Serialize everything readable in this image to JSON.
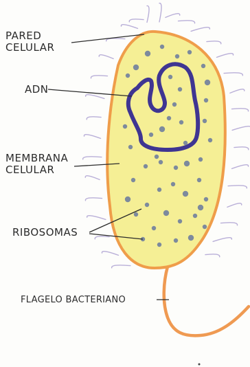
{
  "labels": {
    "pared_celular": [
      "PARED",
      "CELULAR"
    ],
    "adn": "ADN",
    "membrana_celular": [
      "MEMBRANA",
      "CELULAR"
    ],
    "ribosomas": "RIBOSOMAS",
    "flagelo": "FLAGELO BACTERIANO"
  },
  "colors": {
    "cell_wall": "#ef9d4a",
    "cytoplasm": "#f5ef95",
    "dna": "#3f3592",
    "ribosome": "#7d8a9d",
    "pili": "#b9afd8",
    "flagellum": "#ef9a52",
    "ink": "#2b2b2b"
  }
}
